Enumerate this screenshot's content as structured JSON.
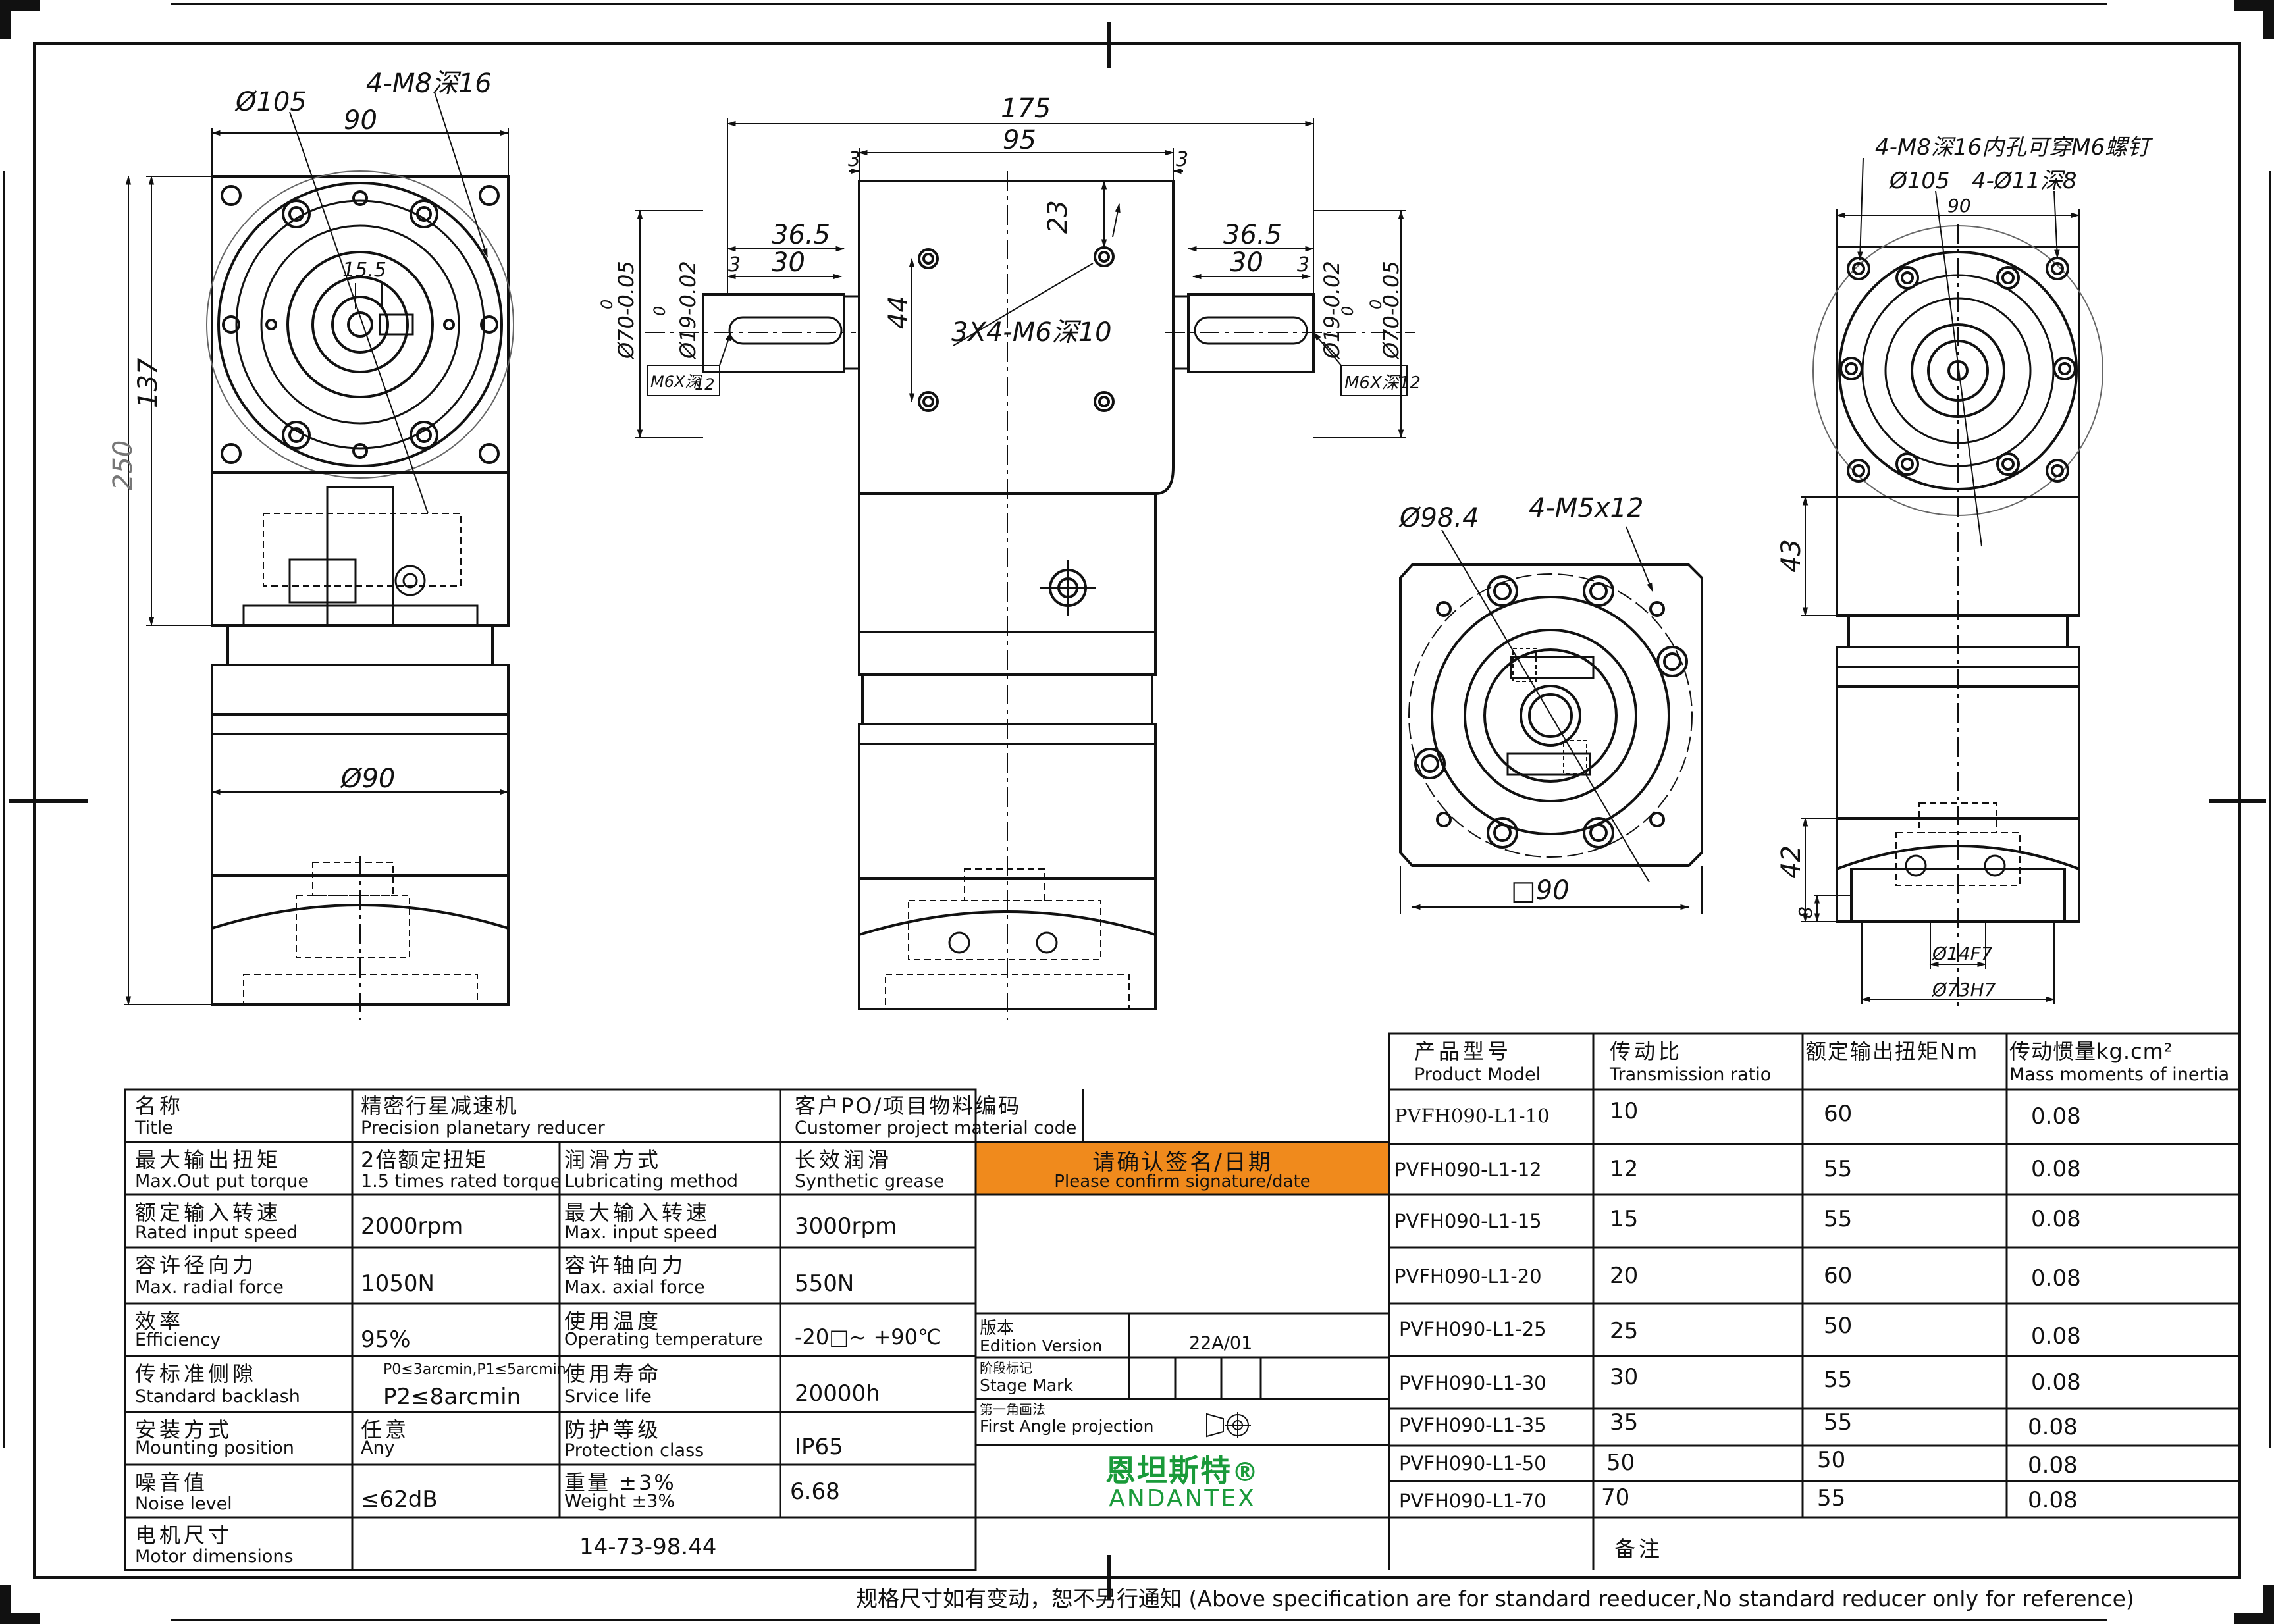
{
  "front_view": {
    "bolt_circle": "Ø105",
    "holes": "4-M8深16",
    "width": "90",
    "shaft_small": "15.5",
    "flange_height": "137",
    "total_height": "250",
    "body_dia": "Ø90"
  },
  "side_view": {
    "total_width": "175",
    "body_width": "95",
    "gap_left": "3",
    "gap_right": "3",
    "shaft_len_left": "36.5",
    "key_len_left": "30",
    "key_gap_left": "3",
    "shaft_len_right": "36.5",
    "key_len_right": "30",
    "key_gap_right": "3",
    "hole_offset": "23",
    "hole_spacing": "44",
    "holes": "3X4-M6深10",
    "pilot_left": "Ø70-0.05",
    "pilot_left_tol": "0",
    "shaft_dia_left": "Ø19-0.02",
    "shaft_dia_left_tol": "0",
    "thread_left": "M6X深",
    "thread_left_depth": "12",
    "shaft_dia_right": "Ø19-0.02",
    "shaft_dia_right_tol": "0",
    "pilot_right": "Ø70-0.05",
    "pilot_right_tol": "0",
    "thread_right": "M6X深12"
  },
  "output_view": {
    "flange_dia": "Ø98.4",
    "holes": "4-M5x12",
    "square": "□90"
  },
  "right_view": {
    "holes_note": "4-M8深16内孔可穿M6螺钉",
    "bolt_circle": "Ø105",
    "thru_holes": "4-Ø11深8",
    "width": "90",
    "dim_43": "43",
    "dim_42": "42",
    "dim_8": "8",
    "bore": "Ø14F7",
    "spigot": "Ø73H7"
  },
  "spec_table": {
    "rows": [
      {
        "k1_cn": "名称",
        "k1_en": "Title",
        "v1": "精密行星减速机",
        "v1b": "Precision planetary reducer",
        "k2_cn": "客户PO/项目物料编码",
        "k2_en": "Customer project material code"
      },
      {
        "k1_cn": "最大输出扭矩",
        "k1_en": "Max.Out put torque",
        "v1": "2倍额定扭矩",
        "v1b": "1.5 times rated torque",
        "k2_cn": "润滑方式",
        "k2_en": "Lubricating method",
        "v2": "长效润滑",
        "v2b": "Synthetic grease"
      },
      {
        "k1_cn": "额定输入转速",
        "k1_en": "Rated input speed",
        "v1": "2000rpm",
        "k2_cn": "最大输入转速",
        "k2_en": "Max. input speed",
        "v2": "3000rpm"
      },
      {
        "k1_cn": "容许径向力",
        "k1_en": "Max. radial force",
        "v1": "1050N",
        "k2_cn": "容许轴向力",
        "k2_en": "Max. axial force",
        "v2": "550N"
      },
      {
        "k1_cn": "效率",
        "k1_en": "Efficiency",
        "v1": "95%",
        "k2_cn": "使用温度",
        "k2_en": "Operating temperature",
        "v2": "-20□~ +90℃"
      },
      {
        "k1_cn": "传标准侧隙",
        "k1_en": "Standard backlash",
        "v1": "P0≤3arcmin,P1≤5arcmin,",
        "v1b": "P2≤8arcmin",
        "k2_cn": "使用寿命",
        "k2_en": "Srvice life",
        "v2": "20000h"
      },
      {
        "k1_cn": "安装方式",
        "k1_en": "Mounting position",
        "v1": "任意",
        "v1b": "Any",
        "k2_cn": "防护等级",
        "k2_en": "Protection class",
        "v2": "IP65"
      },
      {
        "k1_cn": "噪音值",
        "k1_en": "Noise level",
        "v1": "≤62dB",
        "k2_cn": "重量 ±3%",
        "k2_en": "Weight ±3%",
        "v2": "6.68"
      },
      {
        "k1_cn": "电机尺寸",
        "k1_en": "Motor dimensions",
        "v1": "14-73-98.44"
      }
    ]
  },
  "signature": {
    "cn": "请确认签名/日期",
    "en": "Please confirm signature/date"
  },
  "edition": {
    "edition_cn": "版本",
    "edition_en": "Edition Version",
    "edition_val": "22A/01",
    "stage_cn": "阶段标记",
    "stage_en": "Stage Mark",
    "proj_cn": "第一角画法",
    "proj_en": "First Angle projection"
  },
  "brand": {
    "cn": "恩坦斯特",
    "reg": "®",
    "en": "ANDANTEX",
    "color": "#1a9a3a"
  },
  "accent_color": "#f08a1c",
  "model_table": {
    "headers": [
      {
        "cn": "产品型号",
        "en": "Product Model"
      },
      {
        "cn": "传动比",
        "en": "Transmission ratio"
      },
      {
        "cn": "额定输出扭矩Nm",
        "en": ""
      },
      {
        "cn": "传动惯量kg.cm²",
        "en": "Mass moments of inertia"
      }
    ],
    "rows": [
      [
        "PVFH090-L1-10",
        "10",
        "60",
        "0.08"
      ],
      [
        "PVFH090-L1-12",
        "12",
        "55",
        "0.08"
      ],
      [
        "PVFH090-L1-15",
        "15",
        "55",
        "0.08"
      ],
      [
        "PVFH090-L1-20",
        "20",
        "60",
        "0.08"
      ],
      [
        "PVFH090-L1-25",
        "25",
        "50",
        "0.08"
      ],
      [
        "PVFH090-L1-30",
        "30",
        "55",
        "0.08"
      ],
      [
        "PVFH090-L1-35",
        "35",
        "55",
        "0.08"
      ],
      [
        "PVFH090-L1-50",
        "50",
        "50",
        "0.08"
      ],
      [
        "PVFH090-L1-70",
        "70",
        "55",
        "0.08"
      ]
    ],
    "remark": "备注"
  },
  "footer": "规格尺寸如有变动，恕不另行通知  (Above specification are for standard reeducer,No standard reducer only for reference)"
}
